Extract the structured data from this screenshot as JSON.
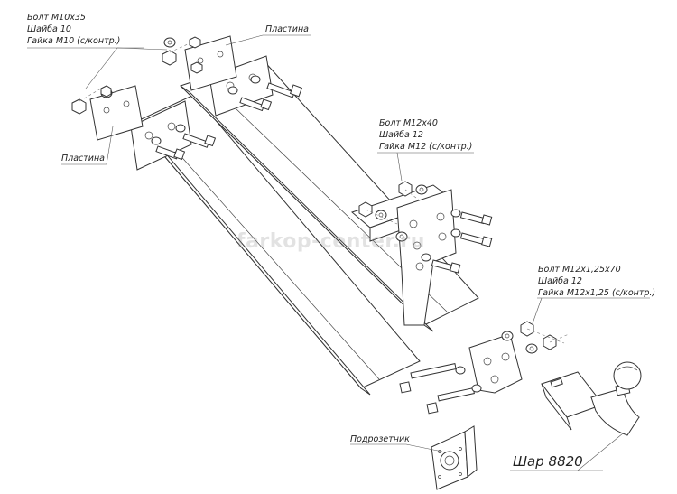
{
  "labels": {
    "bolt_m10": "Болт М10х35",
    "washer_10": "Шайба 10",
    "nut_m10": "Гайка М10 (с/контр.)",
    "plate_top": "Пластина",
    "plate_left": "Пластина",
    "bolt_m12": "Болт М12х40",
    "washer_12a": "Шайба 12",
    "nut_m12": "Гайка М12 (с/контр.)",
    "bolt_m12x125": "Болт М12х1,25х70",
    "washer_12b": "Шайба 12",
    "nut_m12x125": "Гайка М12х1,25 (с/контр.)",
    "socket_bracket": "Подрозетник",
    "ball": "Шар 8820"
  },
  "watermark": "farkop-center.ru"
}
